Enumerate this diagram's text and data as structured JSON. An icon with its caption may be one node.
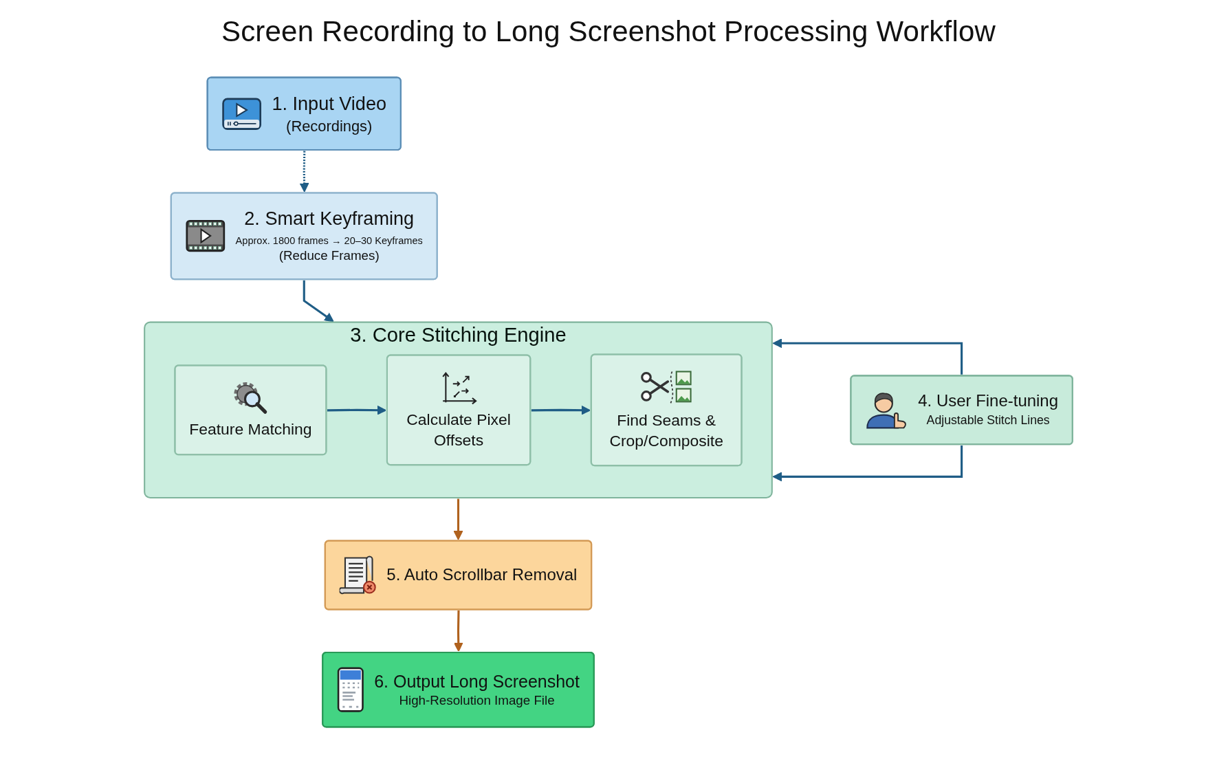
{
  "diagram": {
    "title": "Screen Recording to Long Screenshot Processing Workflow",
    "nodes": [
      {
        "text": [
          "1. Input Video",
          "(Recordings)"
        ]
      },
      {
        "text": [
          "2. Smart Keyframing",
          "Approx. 1800 frames → 20–30 Keyframes",
          "(Reduce Frames)"
        ]
      },
      {
        "text": [
          "3. Core Stitching Engine"
        ]
      },
      {
        "text": [
          "Feature Matching"
        ],
        "in": 2
      },
      {
        "text": [
          "Calculate Pixel Offsets"
        ],
        "in": 2
      },
      {
        "text": [
          "Find Seams & Crop/Composite"
        ],
        "in": 2
      },
      {
        "text": [
          "4. User Fine-tuning",
          "Adjustable Stitch Lines"
        ]
      },
      {
        "text": [
          "5. Auto Scrollbar Removal"
        ]
      },
      {
        "text": [
          "6. Output Long Screenshot",
          "High-Resolution Image File"
        ]
      }
    ],
    "edges": [
      {
        "from": 0,
        "to": 1,
        "arrow": "to",
        "style": "dashed"
      },
      {
        "from": 1,
        "to": 2,
        "arrow": "to"
      },
      {
        "from": 3,
        "to": 4,
        "arrow": "to"
      },
      {
        "from": 4,
        "to": 5,
        "arrow": "to"
      },
      {
        "from": 6,
        "to": 2,
        "arrow": "to"
      },
      {
        "from": 6,
        "to": 2,
        "arrow": "to"
      },
      {
        "from": 2,
        "to": 7,
        "arrow": "to",
        "color": "#b0621e"
      },
      {
        "from": 7,
        "to": 8,
        "arrow": "to",
        "color": "#b0621e"
      }
    ]
  }
}
